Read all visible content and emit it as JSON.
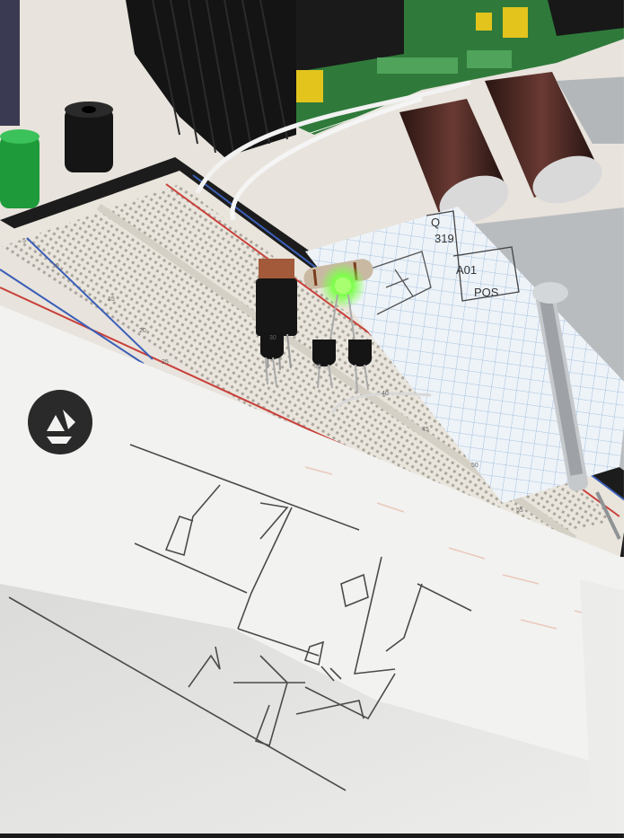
{
  "colors": {
    "desk": "#ebe6df",
    "pcb_green": "#2f7a3a",
    "heatsink": "#141414",
    "breadboard": "#e9e5dc",
    "rail_red": "#c9403a",
    "rail_blue": "#3b5fb8",
    "paper": "#f2f2f0",
    "grid_paper": "#eef3f8",
    "grid_line": "#8fb3d9",
    "led_green": "#7dff4a",
    "pencil": "#4a4a4a",
    "metal": "#b9bcbf",
    "capacitor": "#3a1f1b"
  },
  "icons": {
    "recycle": "recycle-symbol-icon"
  },
  "note": {
    "cells": [
      "Q",
      "319",
      "A01",
      "POS"
    ]
  },
  "breadboard": {
    "row_numbers": [
      "5",
      "10",
      "15",
      "20",
      "25",
      "30",
      "35",
      "40",
      "45",
      "50",
      "55"
    ]
  }
}
